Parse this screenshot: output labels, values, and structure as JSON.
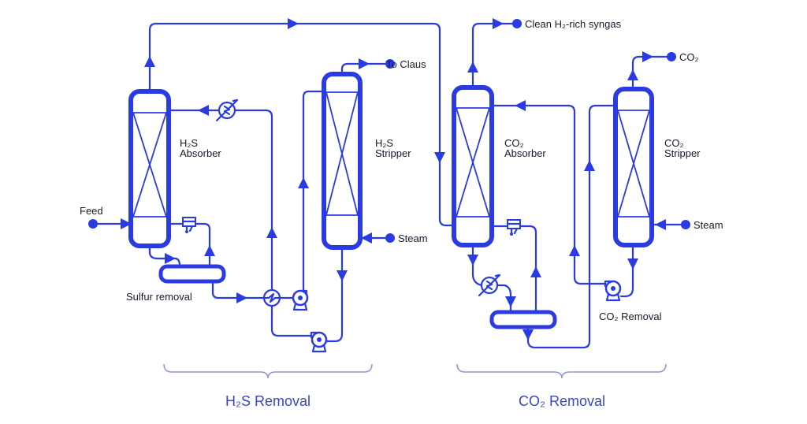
{
  "labels": {
    "feed": "Feed",
    "sulfur_removal": "Sulfur removal",
    "h2s_absorber": [
      "H₂S",
      "Absorber"
    ],
    "h2s_stripper": [
      "H₂S",
      "Stripper"
    ],
    "to_claus": "To Claus",
    "steam_1": "Steam",
    "clean_syngas": "Clean H₂-rich syngas",
    "co2_absorber": [
      "CO₂",
      "Absorber"
    ],
    "co2_stripper": [
      "CO₂",
      "Stripper"
    ],
    "co2_out": "CO₂",
    "steam_2": "Steam",
    "co2_removal_unit": "CO₂ Removal"
  },
  "sections": {
    "h2s": "H₂S Removal",
    "co2": "CO₂ Removal"
  },
  "colors": {
    "line": "#2b3be3",
    "bracket": "#8f95d6",
    "section_text": "#3a45c8"
  }
}
